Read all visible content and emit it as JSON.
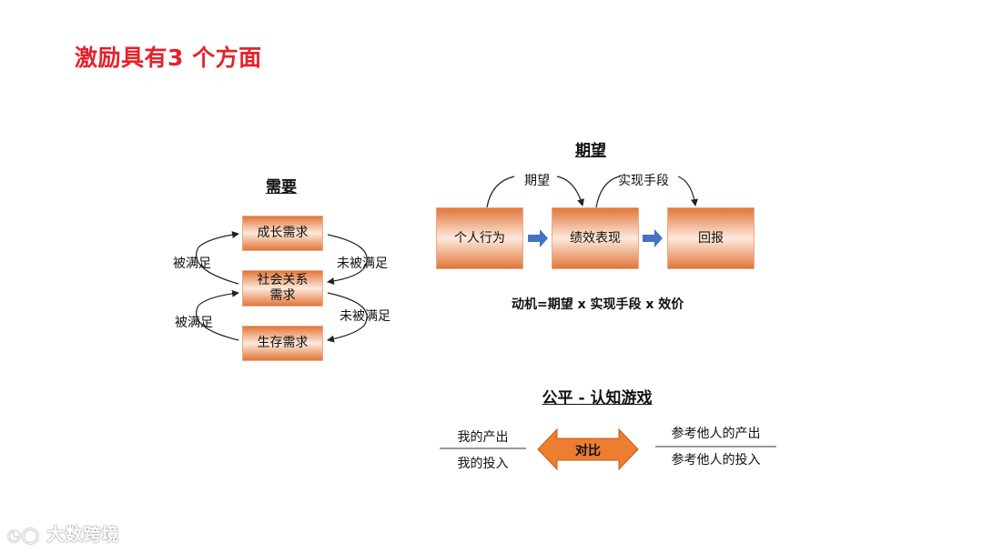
{
  "title": "激励具有3 个方面",
  "needs": {
    "heading": "需要",
    "boxes": [
      "成长需求",
      "社会关系\n需求",
      "生存需求"
    ],
    "left_labels": [
      "被满足",
      "被满足"
    ],
    "right_labels": [
      "未被满足",
      "未被满足"
    ]
  },
  "expectation": {
    "heading": "期望",
    "boxes": [
      "个人行为",
      "绩效表现",
      "回报"
    ],
    "arc_labels": [
      "期望",
      "实现手段"
    ],
    "formula": "动机=期望  x 实现手段 x 效价"
  },
  "equity": {
    "heading": "公平 - 认知游戏",
    "left_top": "我的产出",
    "left_bottom": "我的投入",
    "center": "对比",
    "right_top": "参考他人的产出",
    "right_bottom": "参考他人的投入"
  },
  "watermark": "大数跨境",
  "colors": {
    "title": "#e8202a",
    "box_dark": "#e2773a",
    "box_light": "#fde9dc",
    "flow_arrow": "#4472c4",
    "double_arrow": "#ed7d31"
  }
}
